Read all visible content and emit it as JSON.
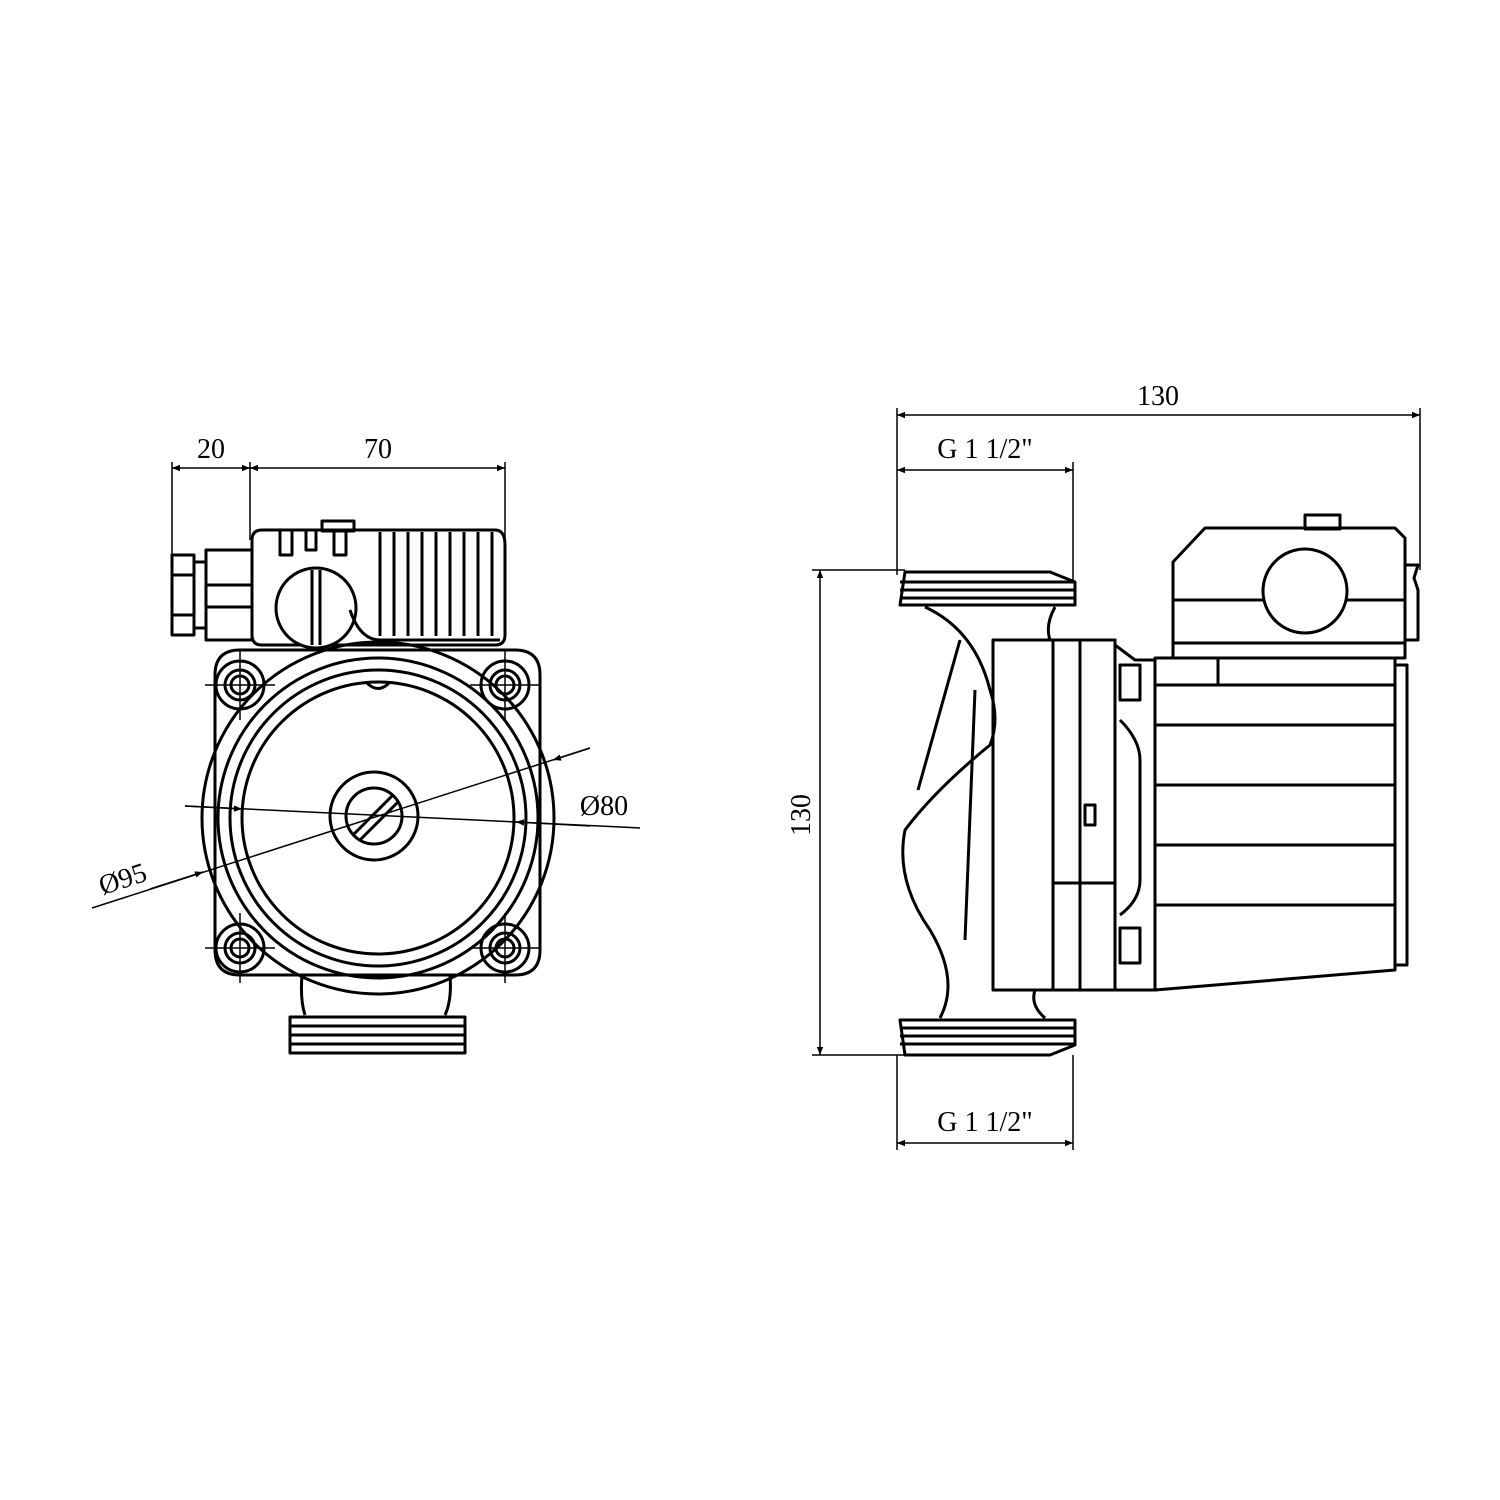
{
  "front_view": {
    "dim_connector_width": "20",
    "dim_terminal_box_width": "70",
    "dim_inner_diameter": "Ø80",
    "dim_outer_diameter": "Ø95"
  },
  "side_view": {
    "dim_overall_length": "130",
    "dim_port_height": "130",
    "thread_top": "G 1 1/2\"",
    "thread_bottom": "G 1 1/2\""
  },
  "colors": {
    "line": "#000000",
    "background": "#ffffff"
  }
}
